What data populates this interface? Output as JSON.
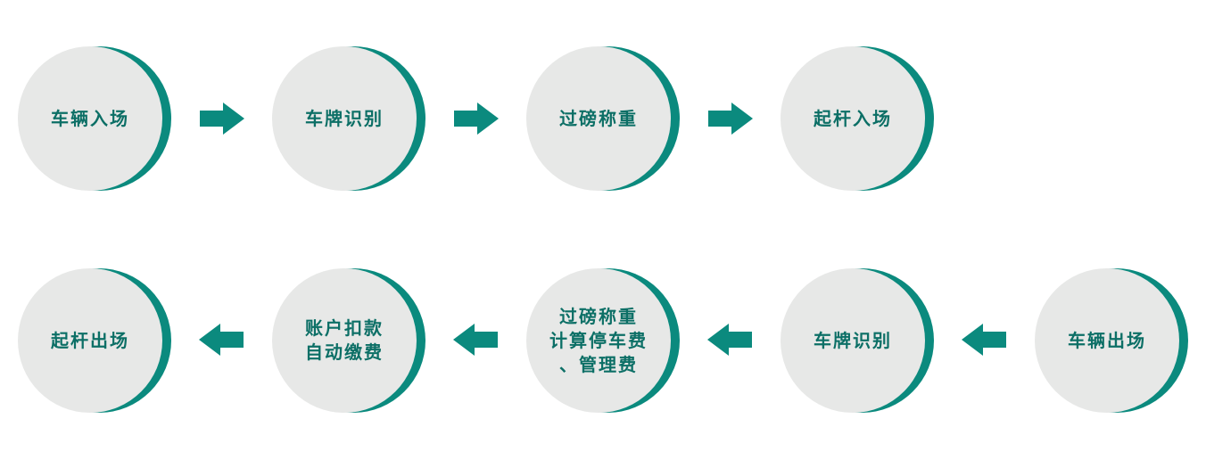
{
  "colors": {
    "accent": "#0b8a7e",
    "node_fill": "#e7e8e7",
    "label_text": "#0c6f66"
  },
  "entry_flow": {
    "steps": [
      {
        "label": "车辆入场"
      },
      {
        "label": "车牌识别"
      },
      {
        "label": "过磅称重"
      },
      {
        "label": "起杆入场"
      }
    ]
  },
  "exit_flow": {
    "steps": [
      {
        "label": "车辆出场"
      },
      {
        "label": "车牌识别"
      },
      {
        "label": "过磅称重\n计算停车费\n、管理费"
      },
      {
        "label": "账户扣款\n自动缴费"
      },
      {
        "label": "起杆出场"
      }
    ]
  }
}
